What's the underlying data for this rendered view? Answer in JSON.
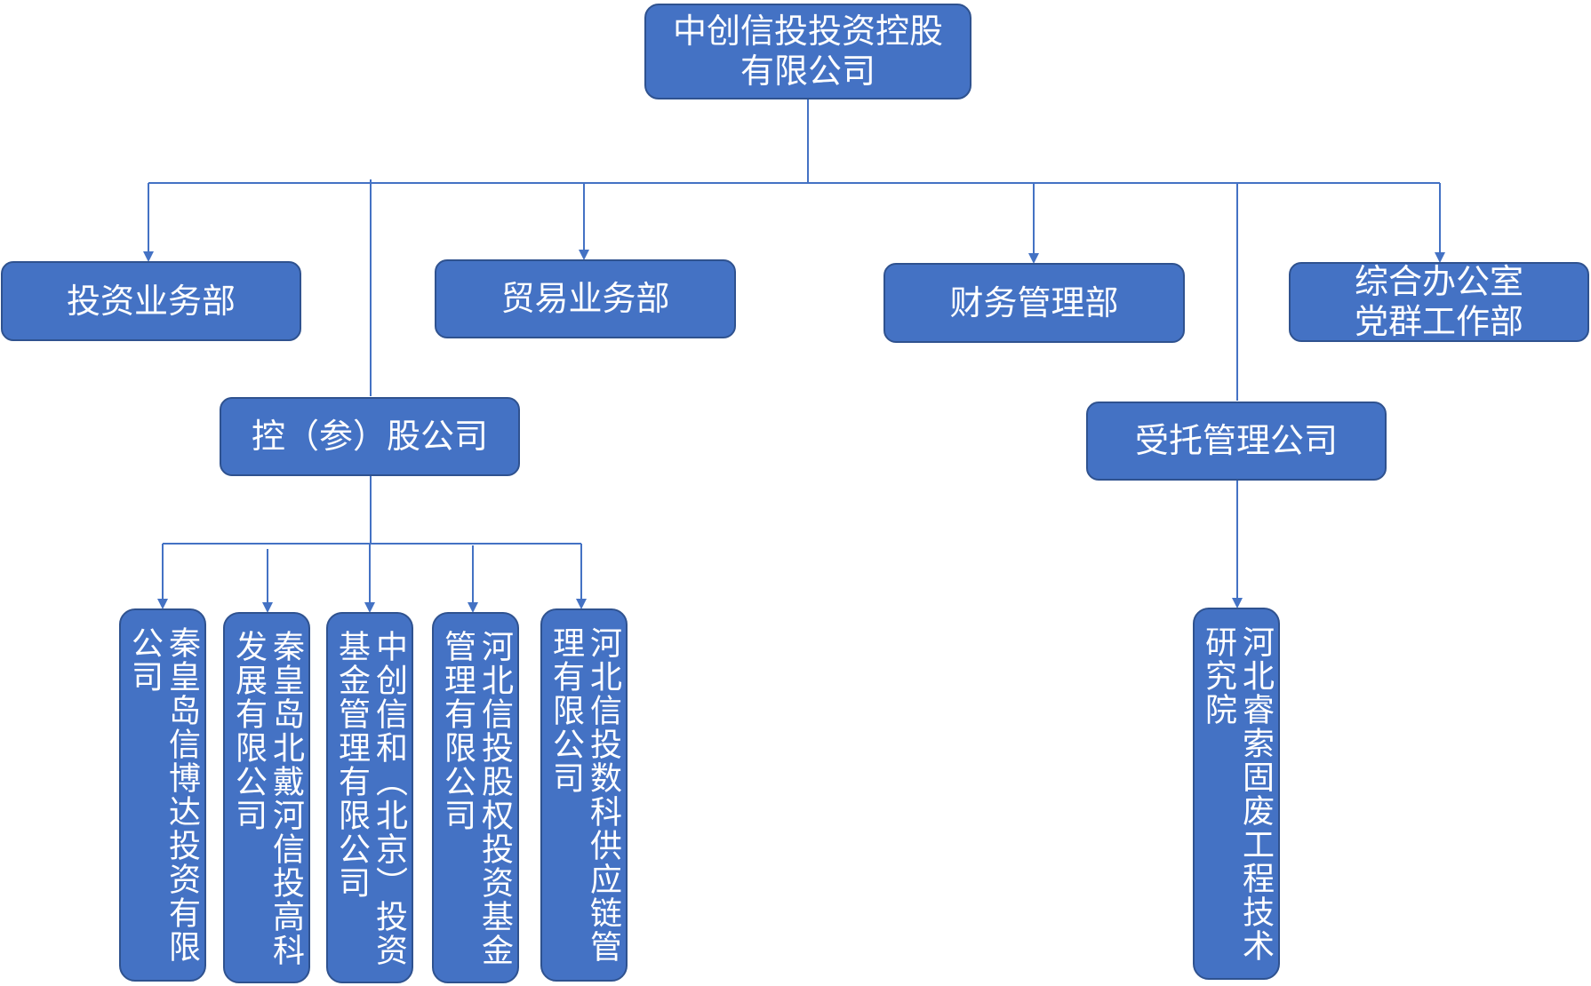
{
  "org_chart": {
    "root": "中创信投投资控股\n有限公司",
    "departments": {
      "investment": "投资业务部",
      "trade": "贸易业务部",
      "finance": "财务管理部",
      "general_office": "综合办公室\n党群工作部"
    },
    "holding_companies": "控（参）股公司",
    "entrusted_companies": "受托管理公司",
    "subsidiaries": [
      "秦皇岛信博达投资有限公司",
      "秦皇岛北戴河信投高科发展有限公司",
      "中创信和（北京）投资基金管理有限公司",
      "河北信投股权投资基金管理有限公司",
      "河北信投数科供应链管理有限公司"
    ],
    "entrusted": [
      "河北睿索固废工程技术研究院"
    ]
  },
  "colors": {
    "box_fill": "#4472c4",
    "box_border": "#2f528f",
    "connector": "#4472c4"
  }
}
